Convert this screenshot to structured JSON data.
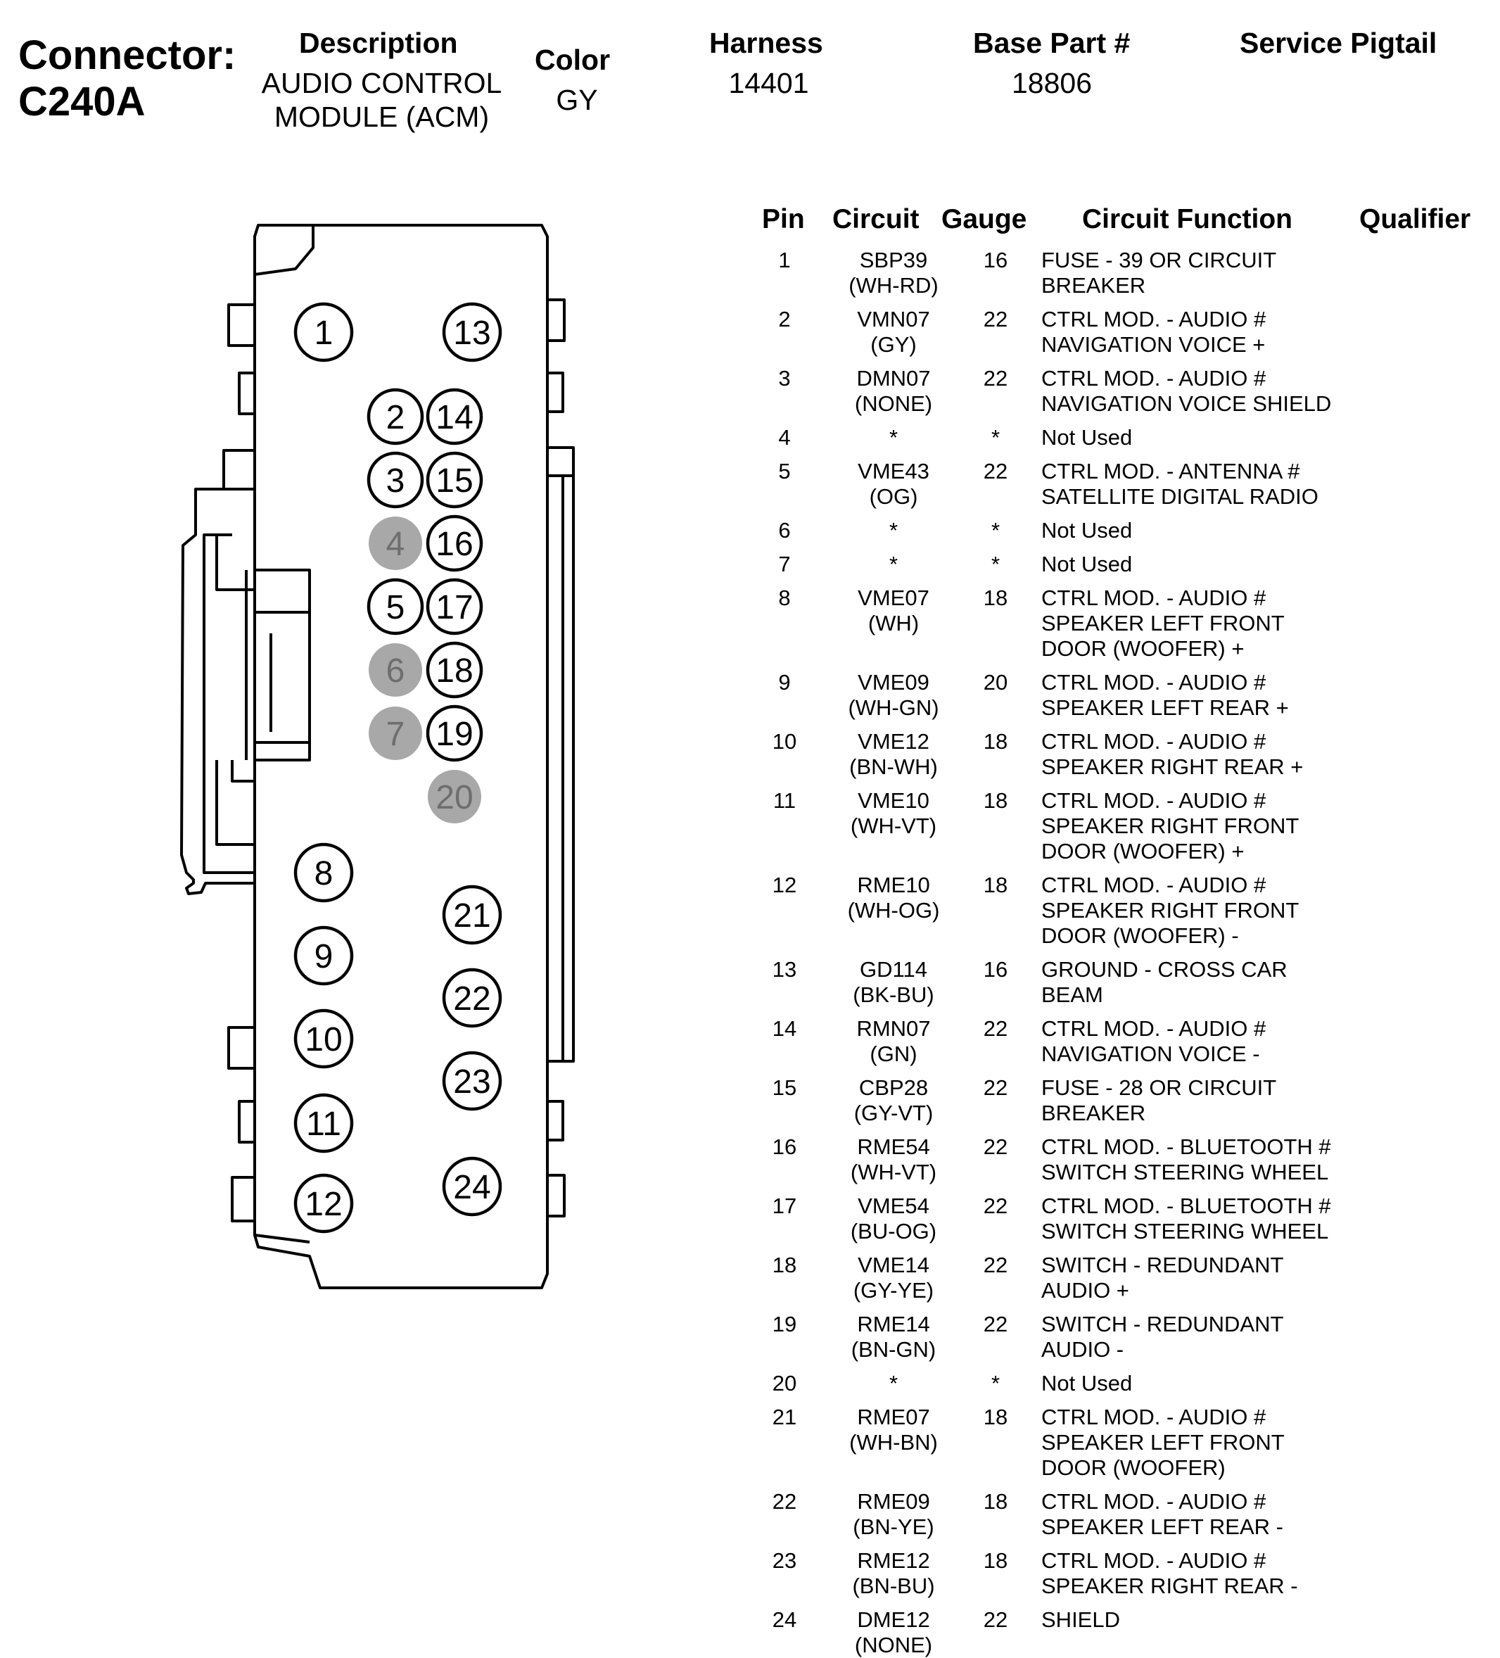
{
  "connector": {
    "label": "Connector:",
    "name": "C240A"
  },
  "header": {
    "description_label": "Description",
    "description_value": "AUDIO CONTROL MODULE (ACM)",
    "color_label": "Color",
    "color_value": "GY",
    "harness_label": "Harness",
    "harness_value": "14401",
    "base_part_label": "Base Part #",
    "base_part_value": "18806",
    "service_pigtail_label": "Service Pigtail",
    "service_pigtail_value": ""
  },
  "table_headers": {
    "pin": "Pin",
    "circuit": "Circuit",
    "gauge": "Gauge",
    "function": "Circuit Function",
    "qualifier": "Qualifier"
  },
  "pins": [
    {
      "pin": "1",
      "circuit": "SBP39",
      "wire": "(WH-RD)",
      "gauge": "16",
      "function": "FUSE - 39 OR CIRCUIT\nBREAKER",
      "used": true
    },
    {
      "pin": "2",
      "circuit": "VMN07",
      "wire": "(GY)",
      "gauge": "22",
      "function": "CTRL MOD. - AUDIO #\nNAVIGATION VOICE +",
      "used": true
    },
    {
      "pin": "3",
      "circuit": "DMN07",
      "wire": "(NONE)",
      "gauge": "22",
      "function": "CTRL MOD. - AUDIO #\nNAVIGATION VOICE SHIELD",
      "used": true
    },
    {
      "pin": "4",
      "circuit": "*",
      "wire": "",
      "gauge": "*",
      "function": "Not Used",
      "used": false
    },
    {
      "pin": "5",
      "circuit": "VME43",
      "wire": "(OG)",
      "gauge": "22",
      "function": "CTRL MOD. - ANTENNA #\nSATELLITE DIGITAL RADIO",
      "used": true
    },
    {
      "pin": "6",
      "circuit": "*",
      "wire": "",
      "gauge": "*",
      "function": "Not Used",
      "used": false
    },
    {
      "pin": "7",
      "circuit": "*",
      "wire": "",
      "gauge": "*",
      "function": "Not Used",
      "used": false
    },
    {
      "pin": "8",
      "circuit": "VME07",
      "wire": "(WH)",
      "gauge": "18",
      "function": "CTRL MOD. - AUDIO #\nSPEAKER LEFT FRONT\nDOOR (WOOFER) +",
      "used": true
    },
    {
      "pin": "9",
      "circuit": "VME09",
      "wire": "(WH-GN)",
      "gauge": "20",
      "function": "CTRL MOD. - AUDIO #\nSPEAKER LEFT REAR +",
      "used": true
    },
    {
      "pin": "10",
      "circuit": "VME12",
      "wire": "(BN-WH)",
      "gauge": "18",
      "function": "CTRL MOD. - AUDIO #\nSPEAKER RIGHT REAR +",
      "used": true
    },
    {
      "pin": "11",
      "circuit": "VME10",
      "wire": "(WH-VT)",
      "gauge": "18",
      "function": "CTRL MOD. - AUDIO #\nSPEAKER RIGHT FRONT\nDOOR (WOOFER) +",
      "used": true
    },
    {
      "pin": "12",
      "circuit": "RME10",
      "wire": "(WH-OG)",
      "gauge": "18",
      "function": "CTRL MOD. - AUDIO #\nSPEAKER RIGHT FRONT\nDOOR (WOOFER) -",
      "used": true
    },
    {
      "pin": "13",
      "circuit": "GD114",
      "wire": "(BK-BU)",
      "gauge": "16",
      "function": "GROUND - CROSS CAR\nBEAM",
      "used": true
    },
    {
      "pin": "14",
      "circuit": "RMN07",
      "wire": "(GN)",
      "gauge": "22",
      "function": "CTRL MOD. - AUDIO #\nNAVIGATION VOICE -",
      "used": true
    },
    {
      "pin": "15",
      "circuit": "CBP28",
      "wire": "(GY-VT)",
      "gauge": "22",
      "function": "FUSE - 28 OR CIRCUIT\nBREAKER",
      "used": true
    },
    {
      "pin": "16",
      "circuit": "RME54",
      "wire": "(WH-VT)",
      "gauge": "22",
      "function": "CTRL MOD. - BLUETOOTH #\nSWITCH STEERING WHEEL",
      "used": true
    },
    {
      "pin": "17",
      "circuit": "VME54",
      "wire": "(BU-OG)",
      "gauge": "22",
      "function": "CTRL MOD. - BLUETOOTH #\nSWITCH STEERING WHEEL",
      "used": true
    },
    {
      "pin": "18",
      "circuit": "VME14",
      "wire": "(GY-YE)",
      "gauge": "22",
      "function": "SWITCH - REDUNDANT\nAUDIO +",
      "used": true
    },
    {
      "pin": "19",
      "circuit": "RME14",
      "wire": "(BN-GN)",
      "gauge": "22",
      "function": "SWITCH - REDUNDANT\nAUDIO -",
      "used": true
    },
    {
      "pin": "20",
      "circuit": "*",
      "wire": "",
      "gauge": "*",
      "function": "Not Used",
      "used": false
    },
    {
      "pin": "21",
      "circuit": "RME07",
      "wire": "(WH-BN)",
      "gauge": "18",
      "function": "CTRL MOD. - AUDIO #\nSPEAKER LEFT FRONT\nDOOR (WOOFER)",
      "used": true
    },
    {
      "pin": "22",
      "circuit": "RME09",
      "wire": "(BN-YE)",
      "gauge": "18",
      "function": "CTRL MOD. - AUDIO #\nSPEAKER LEFT REAR -",
      "used": true
    },
    {
      "pin": "23",
      "circuit": "RME12",
      "wire": "(BN-BU)",
      "gauge": "18",
      "function": "CTRL MOD. - AUDIO #\nSPEAKER RIGHT REAR -",
      "used": true
    },
    {
      "pin": "24",
      "circuit": "DME12",
      "wire": "(NONE)",
      "gauge": "22",
      "function": "SHIELD",
      "used": true
    }
  ],
  "colors": {
    "unused_pin_fill": "#a8a8a8",
    "unused_pin_text": "#6e6e6e",
    "line": "#000000"
  }
}
